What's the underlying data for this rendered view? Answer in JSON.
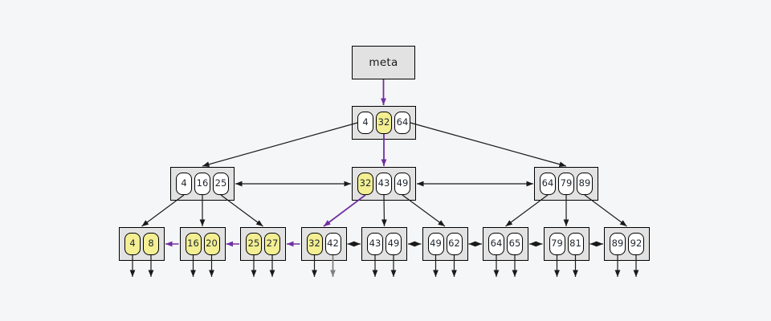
{
  "diagram": {
    "type": "b-plus-tree",
    "meta": {
      "label": "meta"
    },
    "root": {
      "keys": [
        {
          "value": "4",
          "highlighted": false
        },
        {
          "value": "32",
          "highlighted": true
        },
        {
          "value": "64",
          "highlighted": false
        }
      ]
    },
    "internal_nodes": [
      {
        "keys": [
          {
            "value": "4",
            "highlighted": false
          },
          {
            "value": "16",
            "highlighted": false
          },
          {
            "value": "25",
            "highlighted": false
          }
        ]
      },
      {
        "keys": [
          {
            "value": "32",
            "highlighted": true
          },
          {
            "value": "43",
            "highlighted": false
          },
          {
            "value": "49",
            "highlighted": false
          }
        ]
      },
      {
        "keys": [
          {
            "value": "64",
            "highlighted": false
          },
          {
            "value": "79",
            "highlighted": false
          },
          {
            "value": "89",
            "highlighted": false
          }
        ]
      }
    ],
    "leaf_nodes": [
      {
        "keys": [
          {
            "value": "4",
            "highlighted": true
          },
          {
            "value": "8",
            "highlighted": true
          }
        ]
      },
      {
        "keys": [
          {
            "value": "16",
            "highlighted": true
          },
          {
            "value": "20",
            "highlighted": true
          }
        ]
      },
      {
        "keys": [
          {
            "value": "25",
            "highlighted": true
          },
          {
            "value": "27",
            "highlighted": true
          }
        ]
      },
      {
        "keys": [
          {
            "value": "32",
            "highlighted": true
          },
          {
            "value": "42",
            "highlighted": false
          }
        ]
      },
      {
        "keys": [
          {
            "value": "43",
            "highlighted": false
          },
          {
            "value": "49",
            "highlighted": false
          }
        ]
      },
      {
        "keys": [
          {
            "value": "49",
            "highlighted": false
          },
          {
            "value": "62",
            "highlighted": false
          }
        ]
      },
      {
        "keys": [
          {
            "value": "64",
            "highlighted": false
          },
          {
            "value": "65",
            "highlighted": false
          }
        ]
      },
      {
        "keys": [
          {
            "value": "79",
            "highlighted": false
          },
          {
            "value": "81",
            "highlighted": false
          }
        ]
      },
      {
        "keys": [
          {
            "value": "89",
            "highlighted": false
          },
          {
            "value": "92",
            "highlighted": false
          }
        ]
      }
    ],
    "edges": {
      "meta_to_root": {
        "color": "purple"
      },
      "root_to_internal": [
        {
          "color": "black"
        },
        {
          "color": "purple"
        },
        {
          "color": "black"
        }
      ],
      "internal_to_leaf": [
        [
          "black",
          "black",
          "black"
        ],
        [
          "purple",
          "black",
          "black"
        ],
        [
          "black",
          "black",
          "black"
        ]
      ],
      "internal_sibling_links": [
        {
          "style": "double-arrow",
          "color": "black"
        },
        {
          "style": "double-arrow",
          "color": "black"
        }
      ],
      "leaf_sibling_links": [
        {
          "style": "arrow-left",
          "color": "purple"
        },
        {
          "style": "arrow-left",
          "color": "purple"
        },
        {
          "style": "arrow-left",
          "color": "purple"
        },
        {
          "style": "double-arrow",
          "color": "black"
        },
        {
          "style": "double-arrow",
          "color": "black"
        },
        {
          "style": "double-arrow",
          "color": "black"
        },
        {
          "style": "double-arrow",
          "color": "black"
        },
        {
          "style": "double-arrow",
          "color": "black"
        }
      ],
      "record_pointer_colors": [
        [
          "black",
          "black"
        ],
        [
          "black",
          "black"
        ],
        [
          "black",
          "black"
        ],
        [
          "black",
          "gray"
        ],
        [
          "black",
          "black"
        ],
        [
          "black",
          "black"
        ],
        [
          "black",
          "black"
        ],
        [
          "black",
          "black"
        ],
        [
          "black",
          "black"
        ]
      ]
    },
    "colors": {
      "background": "#f5f6f7",
      "node_fill": "#e2e2e2",
      "node_border": "#000000",
      "key_fill": "#ffffff",
      "key_highlight": "#f3ef92",
      "key_text": "#222831",
      "black": "#1a1a1a",
      "purple": "#7030a0",
      "gray": "#808080"
    }
  }
}
